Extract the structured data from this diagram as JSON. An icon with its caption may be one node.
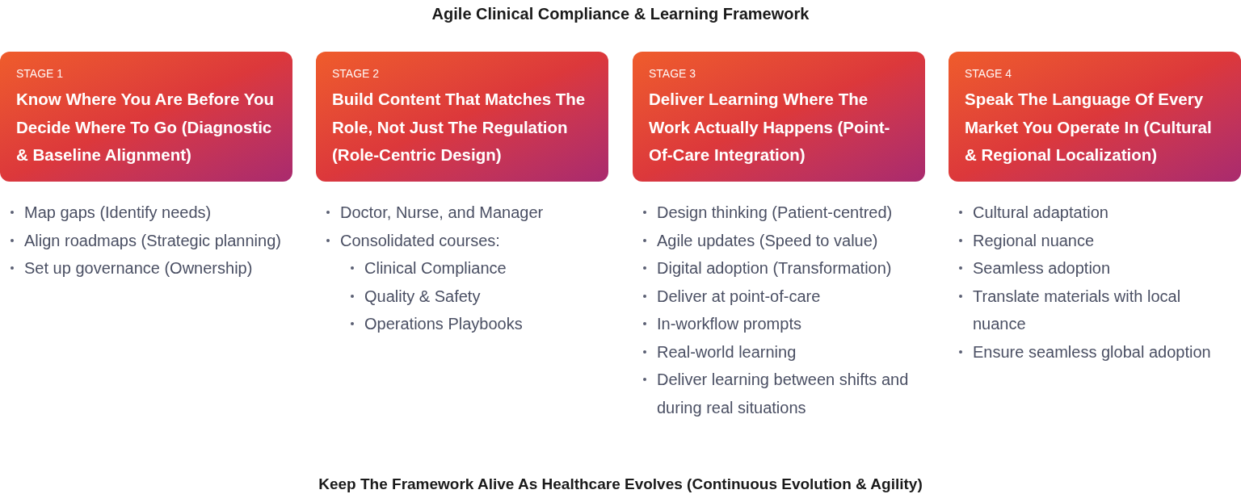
{
  "diagram": {
    "title": "Agile Clinical Compliance & Learning Framework",
    "caption": "Keep The Framework Alive As Healthcare Evolves (Continuous Evolution & Agility)",
    "nodes": [
      {
        "text": [
          "STAGE 1",
          "Know Where You Are Before You Decide Where To Go (Diagnostic & Baseline Alignment)"
        ],
        "beside": [
          "Map gaps (Identify needs)",
          "Align roadmaps (Strategic planning)",
          "Set up governance (Ownership)"
        ]
      },
      {
        "text": [
          "STAGE 2",
          "Build Content That Matches The Role, Not Just The Regulation (Role-Centric Design)"
        ],
        "beside": [
          "Doctor, Nurse, and Manager",
          "Consolidated courses:",
          "Clinical Compliance",
          "Quality & Safety",
          "Operations Playbooks"
        ]
      },
      {
        "text": [
          "STAGE 3",
          "Deliver Learning Where The Work Actually Happens (Point-Of-Care Integration)"
        ],
        "beside": [
          "Design thinking (Patient-centred)",
          "Agile updates (Speed to value)",
          "Digital adoption (Transformation)",
          "Deliver at point-of-care",
          "In-workflow prompts",
          "Real-world learning",
          "Deliver learning between shifts and during real situations"
        ]
      },
      {
        "text": [
          "STAGE 4",
          "Speak The Language Of Every Market You Operate In (Cultural & Regional Localization)"
        ],
        "beside": [
          "Cultural adaptation",
          "Regional nuance",
          "Seamless adoption",
          "Translate materials with local nuance",
          "Ensure seamless global adoption"
        ]
      }
    ]
  }
}
